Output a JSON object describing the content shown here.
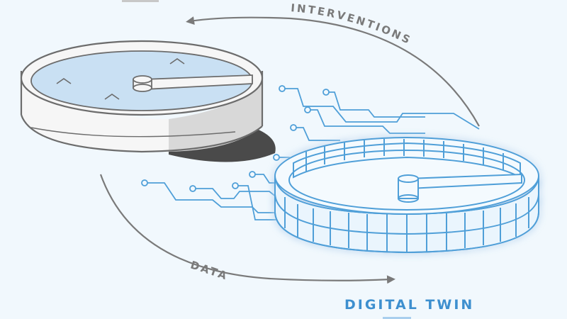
{
  "labels": {
    "interventions": "INTERVENTIONS",
    "data": "DATA",
    "digital_twin": "DIGITAL TWIN"
  },
  "colors": {
    "background": "#f1f8fd",
    "outline": "#6c6c6c",
    "arrow": "#7a7a7a",
    "water": "#c9e0f3",
    "tank_wall": "#f6f6f6",
    "tank_shadow": "#4a4a4a",
    "twin_blue": "#4f9fd8",
    "twin_glow": "#a8d4f3",
    "label_blue": "#3d8fcf"
  },
  "icons": {
    "physical": "clarifier-tank-icon",
    "twin": "digital-twin-tank-icon"
  }
}
